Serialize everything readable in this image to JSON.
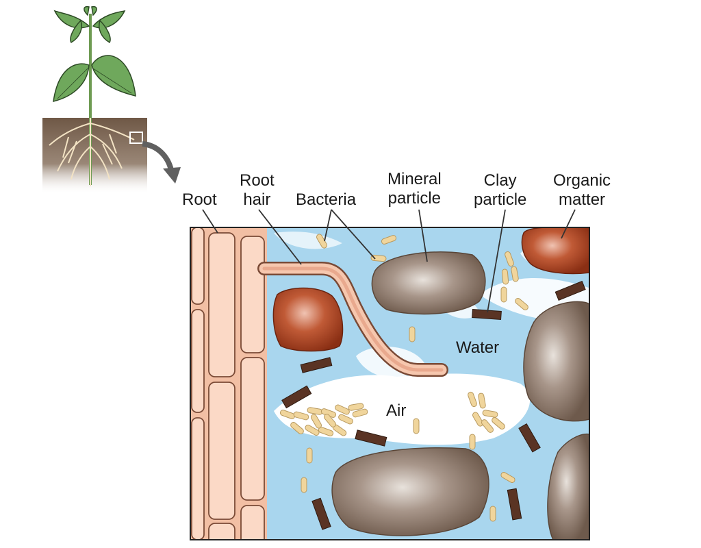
{
  "labels": {
    "root": "Root",
    "root_hair": [
      "Root",
      "hair"
    ],
    "bacteria": "Bacteria",
    "mineral_particle": [
      "Mineral",
      "particle"
    ],
    "clay_particle": [
      "Clay",
      "particle"
    ],
    "organic_matter": [
      "Organic",
      "matter"
    ],
    "water": "Water",
    "air": "Air"
  },
  "colors": {
    "water": "#a9d6ee",
    "air": "#ffffff",
    "root_cell": "#f6c7ae",
    "root_outline": "#7a4a36",
    "mineral": "#8b7565",
    "organic": "#a8401f",
    "clay": "#5a3424",
    "bacteria": "#f0d59c",
    "soil": "#7d6552",
    "leaf": "#5f9a52",
    "arrow": "#606060"
  }
}
